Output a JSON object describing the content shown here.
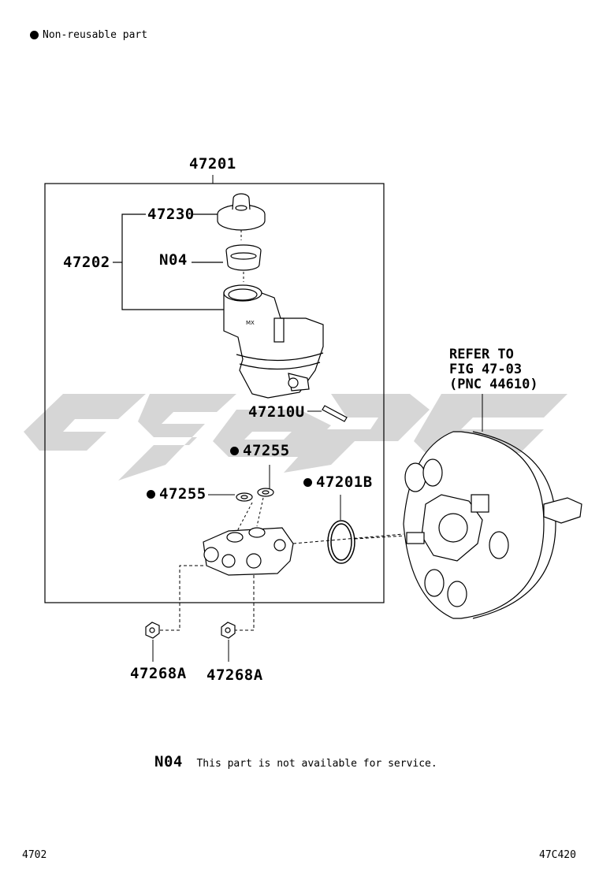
{
  "legend": {
    "non_reusable": "Non-reusable part"
  },
  "parts": {
    "p47201": "47201",
    "p47230": "47230",
    "p47202": "47202",
    "n04": "N04",
    "p47210u": "47210U",
    "p47255_a": "47255",
    "p47255_b": "47255",
    "p47201b": "47201B",
    "p47268a_a": "47268A",
    "p47268a_b": "47268A"
  },
  "refer": {
    "line1": "REFER TO",
    "line2": "FIG 47-03",
    "line3": "(PNC 44610)"
  },
  "note": {
    "code": "N04",
    "text": "This part is not available for service."
  },
  "footer": {
    "left": "4702",
    "right": "47C420"
  },
  "watermark": {
    "color": "#c8c8c8"
  }
}
